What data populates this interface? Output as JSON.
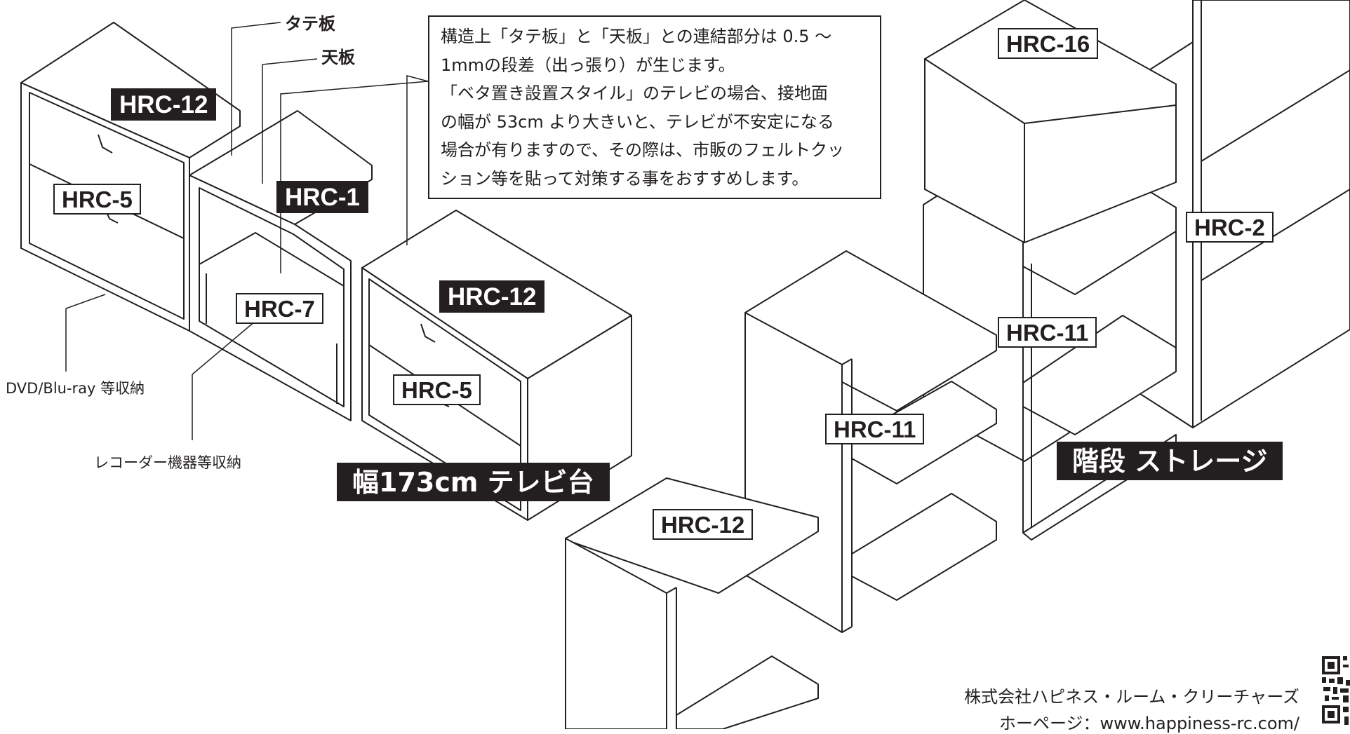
{
  "callouts": {
    "tate_ita": "タテ板",
    "ten_ita": "天板"
  },
  "note": "構造上「タテ板」と「天板」との連結部分は 0.5 〜\n1mmの段差（出っ張り）が生じます。\n「ベタ置き設置スタイル」のテレビの場合、接地面\nの幅が 53cm より大きいと、テレビが不安定になる\n場合が有りますので、その際は、市販のフェルトクッ\nション等を貼って対策する事をおすすめします。",
  "tv_stand": {
    "labels": {
      "hrc12_left": "HRC-12",
      "hrc5_left": "HRC-5",
      "hrc1": "HRC-1",
      "hrc7": "HRC-7",
      "hrc12_right": "HRC-12",
      "hrc5_right": "HRC-5"
    },
    "caption_dvd": "DVD/Blu-ray 等収納",
    "caption_recorder": "レコーダー機器等収納",
    "title": "幅173cm テレビ台"
  },
  "stairs": {
    "labels": {
      "hrc16": "HRC-16",
      "hrc2": "HRC-2",
      "hrc11_back": "HRC-11",
      "hrc11_front": "HRC-11",
      "hrc12": "HRC-12"
    },
    "title": "階段 ストレージ"
  },
  "footer": {
    "company": "株式会社ハピネス・ルーム・クリーチャーズ",
    "homepage": "ホーページ：www.happiness-rc.com/"
  },
  "colors": {
    "ink": "#231f20",
    "paper": "#ffffff"
  }
}
